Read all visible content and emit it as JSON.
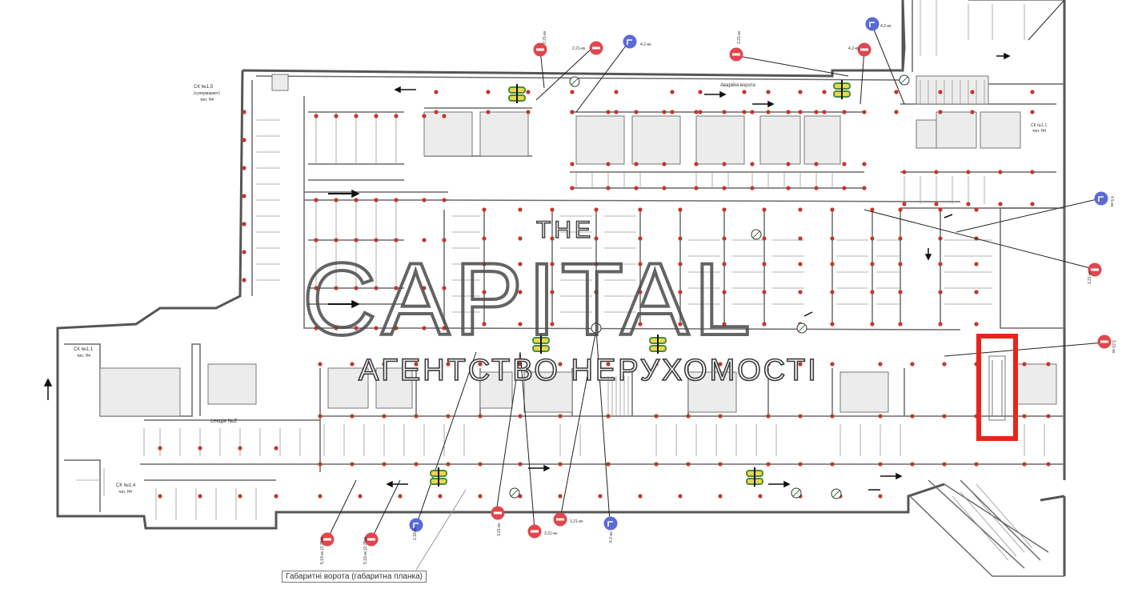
{
  "watermark": {
    "the": "THE",
    "title": "CAPITAL",
    "subtitle": "АГЕНТСТВО НЕРУХОМОСТІ"
  },
  "labels": {
    "sk5": "СК №1.5",
    "sk5_sub": "(супермаркет)",
    "sk5_level": "тип. Н4",
    "sk1": "СК №1.1",
    "sk1_level": "тип. Н4",
    "sk4": "СК №1.4",
    "sk4_level": "тип. Н4",
    "sk11": "СК №1.1",
    "sk11_level": "тип. Н4",
    "section2": "секція №2",
    "gates_top": "Аварійні ворота",
    "gates_caption": "Габаритні ворота  (габаритна планка)"
  },
  "signs": {
    "speed_labels": [
      "4.2-ек",
      "2.21-ек",
      "3.21-ек",
      "4.2-ек",
      "3.21-ек",
      "3.21-ек",
      "3.21-ек",
      "3.21-ек",
      "4.2-ек",
      "2.16-ек",
      "5.19-ек (2,75м)",
      "5.19-ек (2,75м)",
      "3.21-ек",
      "4.2-ек",
      "4.5-ек"
    ]
  },
  "colors": {
    "wall": "#555555",
    "line": "#6a6a6a",
    "thin": "#9a9a9a",
    "column": "#c0392b",
    "sign_red": "#e0474c",
    "sign_blue": "#5a6bd8",
    "highlight": "#e8251b",
    "elevator": "#4b8b3b",
    "elevator_fill": "#e9d84a"
  }
}
